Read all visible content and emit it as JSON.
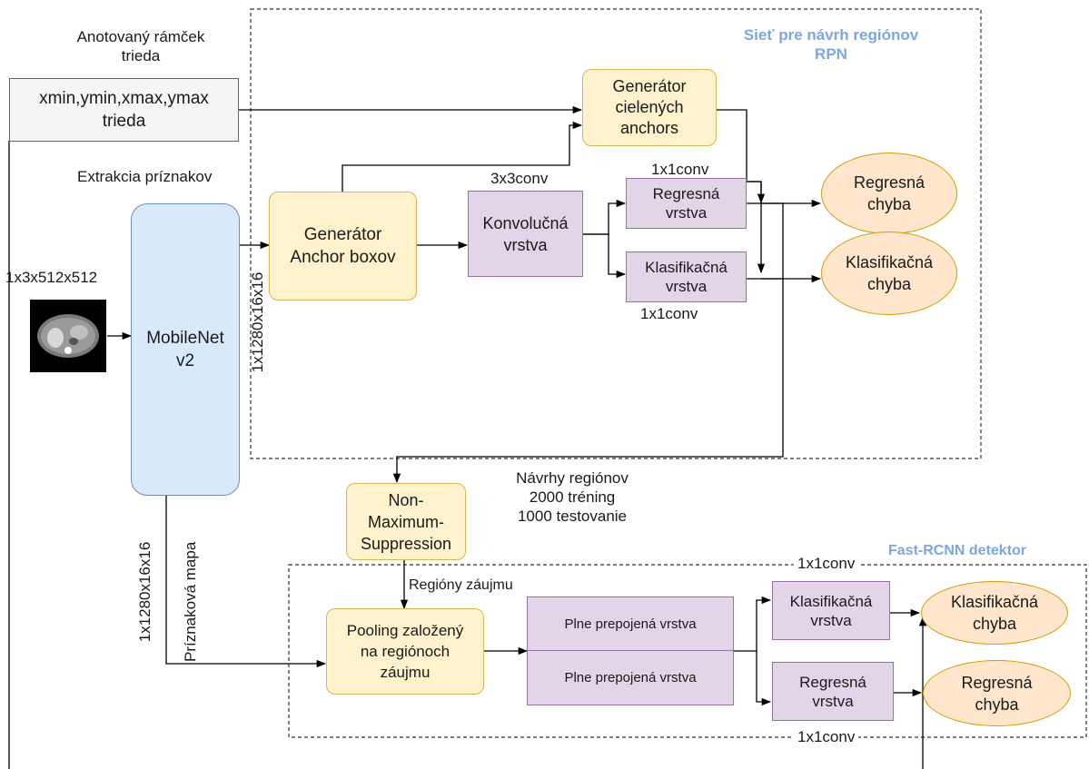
{
  "rpn": {
    "title_line1": "Sieť pre návrh regiónov",
    "title_line2": "RPN"
  },
  "fast_rcnn": {
    "title": "Fast-RCNN detektor"
  },
  "annotation": {
    "label_line1": "Anotovaný rámček",
    "label_line2": "trieda",
    "box_line1": "xmin,ymin,xmax,ymax",
    "box_line2": "trieda"
  },
  "feature_extraction_label": "Extrakcia príznakov",
  "input_label": "1x3x512x512",
  "mobilenet": {
    "line1": "MobileNet",
    "line2": "v2"
  },
  "shape_rpn": "1x1280x16x16",
  "shape_fm": "1x1280x16x16",
  "feature_map_label": "Príznaková mapa",
  "anchor_generator": {
    "line1": "Generátor",
    "line2": "Anchor boxov"
  },
  "target_generator": {
    "line1": "Generátor",
    "line2": "cielených",
    "line3": "anchors"
  },
  "conv3": {
    "label": "3x3conv",
    "line1": "Konvolučná",
    "line2": "vrstva"
  },
  "rpn_reg": {
    "conv_label": "1x1conv",
    "line1": "Regresná",
    "line2": "vrstva"
  },
  "rpn_cls": {
    "conv_label": "1x1conv",
    "line1": "Klasifikačná",
    "line2": "vrstva"
  },
  "rpn_reg_loss": {
    "line1": "Regresná",
    "line2": "chyba"
  },
  "rpn_cls_loss": {
    "line1": "Klasifikačná",
    "line2": "chyba"
  },
  "proposals": {
    "line1": "Návrhy regiónov",
    "line2": "2000 tréning",
    "line3": "1000 testovanie"
  },
  "nms": {
    "line1": "Non-",
    "line2": "Maximum-",
    "line3": "Suppression"
  },
  "roi_label": "Regióny záujmu",
  "roi_pooling": {
    "line1": "Pooling založený",
    "line2": "na regiónoch",
    "line3": "záujmu"
  },
  "fc1": "Plne prepojená vrstva",
  "fc2": "Plne prepojená vrstva",
  "det_cls": {
    "conv_label": "1x1conv",
    "line1": "Klasifikačná",
    "line2": "vrstva"
  },
  "det_reg": {
    "conv_label": "1x1conv",
    "line1": "Regresná",
    "line2": "vrstva"
  },
  "det_cls_loss": {
    "line1": "Klasifikačná",
    "line2": "chyba"
  },
  "det_reg_loss": {
    "line1": "Regresná",
    "line2": "chyba"
  },
  "colors": {
    "title_blue": "#7ea6e0",
    "yellow_fill": "#fff2cc",
    "purple_fill": "#e1d5e7",
    "orange_fill": "#ffe6cc",
    "blue_fill": "#dae8fc",
    "gray_fill": "#f5f5f5"
  }
}
